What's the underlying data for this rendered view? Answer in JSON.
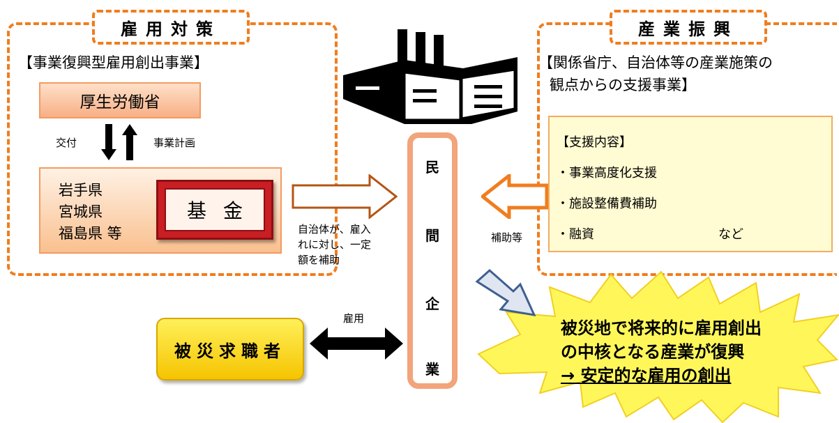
{
  "left_panel": {
    "tag": "雇用対策",
    "program": "【事業復興型雇用創出事業】",
    "ministry": "厚生労働省",
    "flow_left": "交付",
    "flow_right": "事業計画",
    "prefectures": [
      "岩手県",
      "宮城県",
      "福島県 等"
    ],
    "fund": "基金",
    "subsidy_note": [
      "自治体が、雇入",
      "れに対し、一定",
      "額を補助"
    ]
  },
  "right_panel": {
    "tag": "産業振興",
    "program_line1": "【関係省庁、自治体等の産業施策の",
    "program_line2": "観点からの支援事業】",
    "support_title": "【支援内容】",
    "support_items": [
      "・事業高度化支援",
      "・施設整備費補助",
      "・融資"
    ],
    "support_suffix": "など",
    "subsidy_label": "補助等"
  },
  "company": {
    "chars": [
      "民",
      "間",
      "企",
      "業"
    ]
  },
  "seeker": {
    "label": "被災求職者",
    "arrow_label": "雇用"
  },
  "outcome": {
    "line1": "被災地で将来的に雇用創出",
    "line2": "の中核となる産業が復興",
    "line3": "→ 安定的な雇用の創出"
  },
  "icons": [
    "factory-icon",
    "down-arrow-icon",
    "up-arrow-icon",
    "right-arrow-icon",
    "left-arrow-icon",
    "double-arrow-icon",
    "diagonal-arrow-icon",
    "starburst-icon"
  ],
  "colors": {
    "orange": "#f07d1e",
    "fund_red": "#c81e24",
    "seeker_yellow": "#f5c400",
    "burst_yellow": "#fff75a"
  }
}
